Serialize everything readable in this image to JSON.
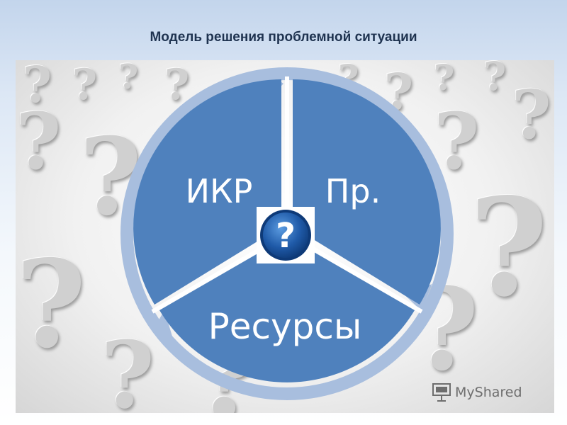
{
  "slide": {
    "title": "Модель решения проблемной ситуации"
  },
  "background": {
    "description_icon": "question-marks-icon"
  },
  "diagram": {
    "sectors": [
      {
        "label": "ИКР"
      },
      {
        "label": "Пр."
      },
      {
        "label": "Ресурсы"
      }
    ],
    "center_icon": "question-icon",
    "colors": {
      "sector_fill": "#4f81bd",
      "ring": "#a8bede",
      "center_bg": "#1f5aa8"
    }
  },
  "watermark": {
    "text": "MyShared",
    "icon": "presentation-icon"
  }
}
